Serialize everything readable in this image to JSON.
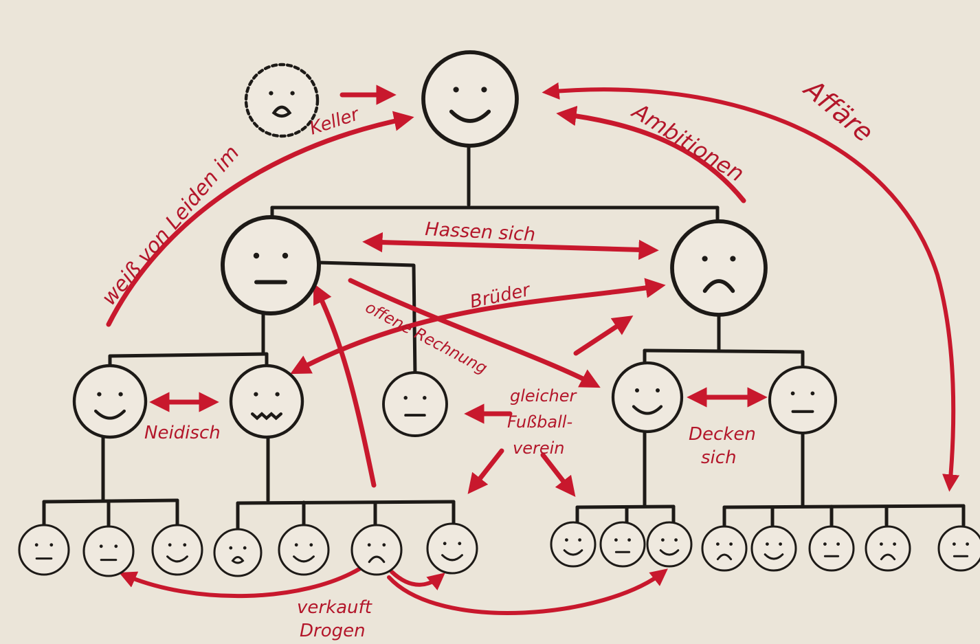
{
  "colors": {
    "paper": "#efe9df",
    "ink": "#1d1a17",
    "relation_red": "#c8182d",
    "label_red": "#b3162a"
  },
  "labels": {
    "knows_suffering": "weiß von Leiden im",
    "cellar": "Keller",
    "ambitions": "Ambitionen",
    "affair": "Affäre",
    "hate_each_other": "Hassen sich",
    "brothers": "Brüder",
    "open_bill": "offene Rechnung",
    "same_club_1": "gleicher",
    "same_club_2": "Fußball-",
    "same_club_3": "verein",
    "envious": "Neidisch",
    "sleep_together_1": "Decken",
    "sleep_together_2": "sich",
    "sold_drugs_1": "verkauft",
    "sold_drugs_2": "Drogen"
  },
  "faces": [
    {
      "id": "ghost",
      "expression": "open-mouth",
      "style": "dashed"
    },
    {
      "id": "patriarch",
      "expression": "smile"
    },
    {
      "id": "son-left",
      "expression": "neutral"
    },
    {
      "id": "son-right",
      "expression": "frown"
    },
    {
      "id": "g2-a",
      "expression": "smile"
    },
    {
      "id": "g2-b",
      "expression": "zigzag"
    },
    {
      "id": "g2-c",
      "expression": "neutral"
    },
    {
      "id": "g2-d",
      "expression": "smile"
    },
    {
      "id": "g2-e",
      "expression": "neutral"
    },
    {
      "id": "g3-1",
      "expression": "neutral"
    },
    {
      "id": "g3-2",
      "expression": "neutral"
    },
    {
      "id": "g3-3",
      "expression": "smile"
    },
    {
      "id": "g3-4",
      "expression": "open-mouth"
    },
    {
      "id": "g3-5",
      "expression": "smile"
    },
    {
      "id": "g3-6",
      "expression": "frown"
    },
    {
      "id": "g3-7",
      "expression": "smile"
    },
    {
      "id": "g3-8",
      "expression": "smile"
    },
    {
      "id": "g3-9",
      "expression": "neutral"
    },
    {
      "id": "g3-10",
      "expression": "smile"
    },
    {
      "id": "g3-11",
      "expression": "frown"
    },
    {
      "id": "g3-12",
      "expression": "smile"
    },
    {
      "id": "g3-13",
      "expression": "neutral"
    },
    {
      "id": "g3-14",
      "expression": "frown"
    },
    {
      "id": "g3-15",
      "expression": "neutral"
    }
  ]
}
